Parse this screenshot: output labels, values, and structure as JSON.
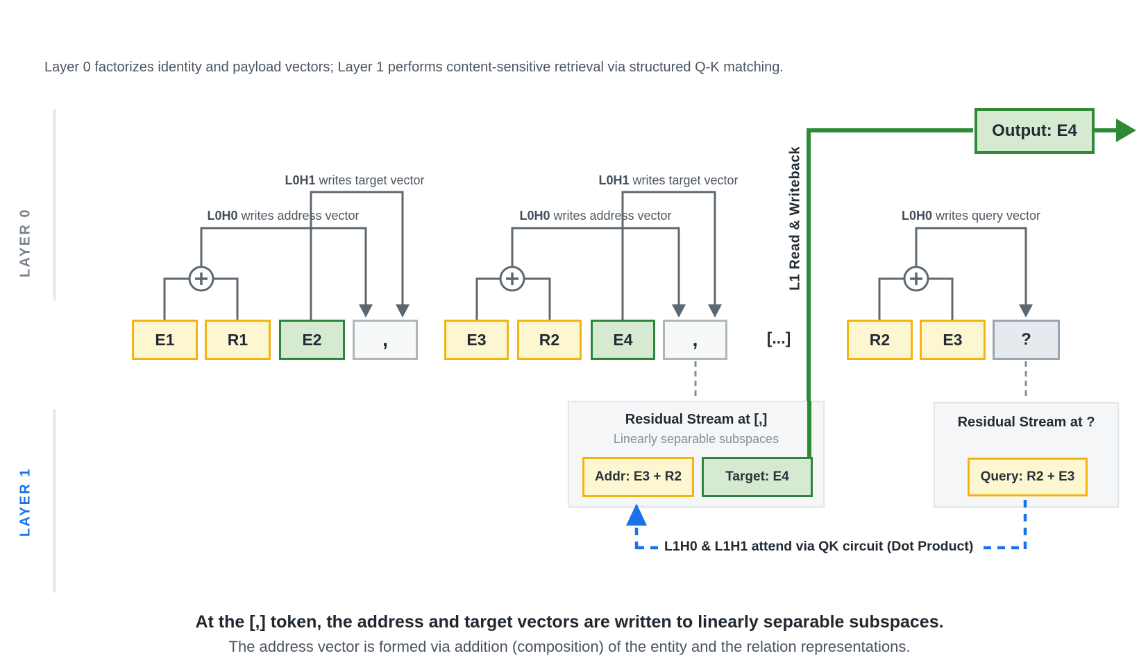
{
  "description": "Layer 0 factorizes identity and payload vectors; Layer 1 performs content-sensitive retrieval via structured Q-K matching.",
  "layer_labels": {
    "layer0": "LAYER 0",
    "layer1": "LAYER 1"
  },
  "head_labels": {
    "l0h0_bold": "L0H0",
    "l0h0_rest": " writes address vector",
    "l0h1_bold": "L0H1",
    "l0h1_rest": " writes target vector",
    "l0h0q_bold": "L0H0",
    "l0h0q_rest": " writes query vector"
  },
  "tokens": {
    "e1": "E1",
    "r1": "R1",
    "e2": "E2",
    "comma1": ",",
    "e3": "E3",
    "r2": "R2",
    "e4": "E4",
    "comma2": ",",
    "ellipsis": "[...]",
    "q_r2": "R2",
    "q_e3": "E3",
    "q_unknown": "?"
  },
  "readout": {
    "vertical_label": "L1 Read & Writeback",
    "output_label": "Output: E4"
  },
  "residual_comma": {
    "title": "Residual Stream at [,]",
    "subtitle": "Linearly separable subspaces",
    "addr_label": "Addr: E3 + R2",
    "target_label": "Target: E4"
  },
  "residual_query": {
    "title": "Residual Stream at ?",
    "query_label": "Query: R2 + E3"
  },
  "qk_label": "L1H0 & L1H1 attend via QK circuit (Dot Product)",
  "captions": {
    "bold": "At the [,] token, the address and target vectors are written to linearly separable subspaces.",
    "normal": "The address vector is formed via addition (composition) of the entity and the relation representations."
  },
  "colors": {
    "yellow_fill": "#fdf7d1",
    "yellow_border": "#f3b50d",
    "green_fill": "#d6ead2",
    "green_border": "#2e8540",
    "comma_fill": "#f7f9f9",
    "comma_border": "#aeb6bd",
    "query_fill": "#e6eaee",
    "query_border": "#9aa5ae",
    "gray_line": "#5d6770",
    "gray_dash": "#848d96",
    "panel_fill": "#f5f6f7",
    "panel_border": "#e2e6e9",
    "rail_gray": "#e8ebee",
    "blue": "#1a73e8",
    "green_line": "#2e8b35",
    "text_dark": "#222b33",
    "text_gray": "#4a5560",
    "text_mid": "#4d5761",
    "subtitle_gray": "#858e97",
    "layer0_gray": "#78828c"
  }
}
